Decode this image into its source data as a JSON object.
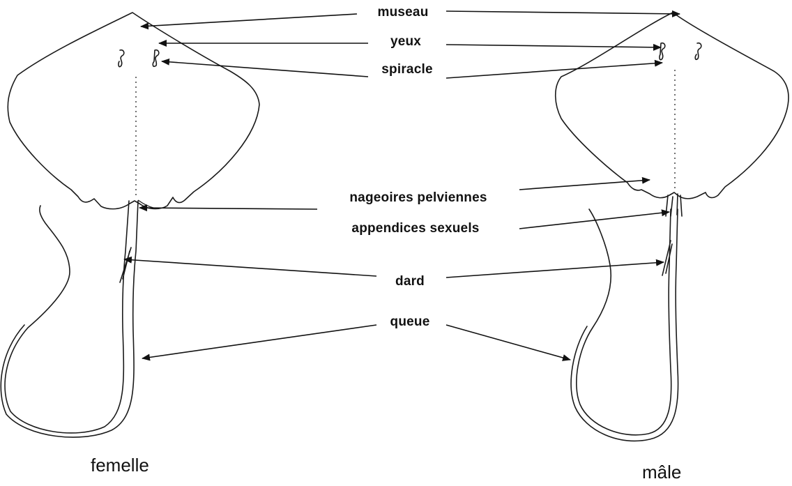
{
  "labels": {
    "museau": "museau",
    "yeux": "yeux",
    "spiracle": "spiracle",
    "nageoires": "nageoires pelviennes",
    "appendices": "appendices sexuels",
    "dard": "dard",
    "queue": "queue"
  },
  "captions": {
    "female": "femelle",
    "male": "mâle"
  }
}
